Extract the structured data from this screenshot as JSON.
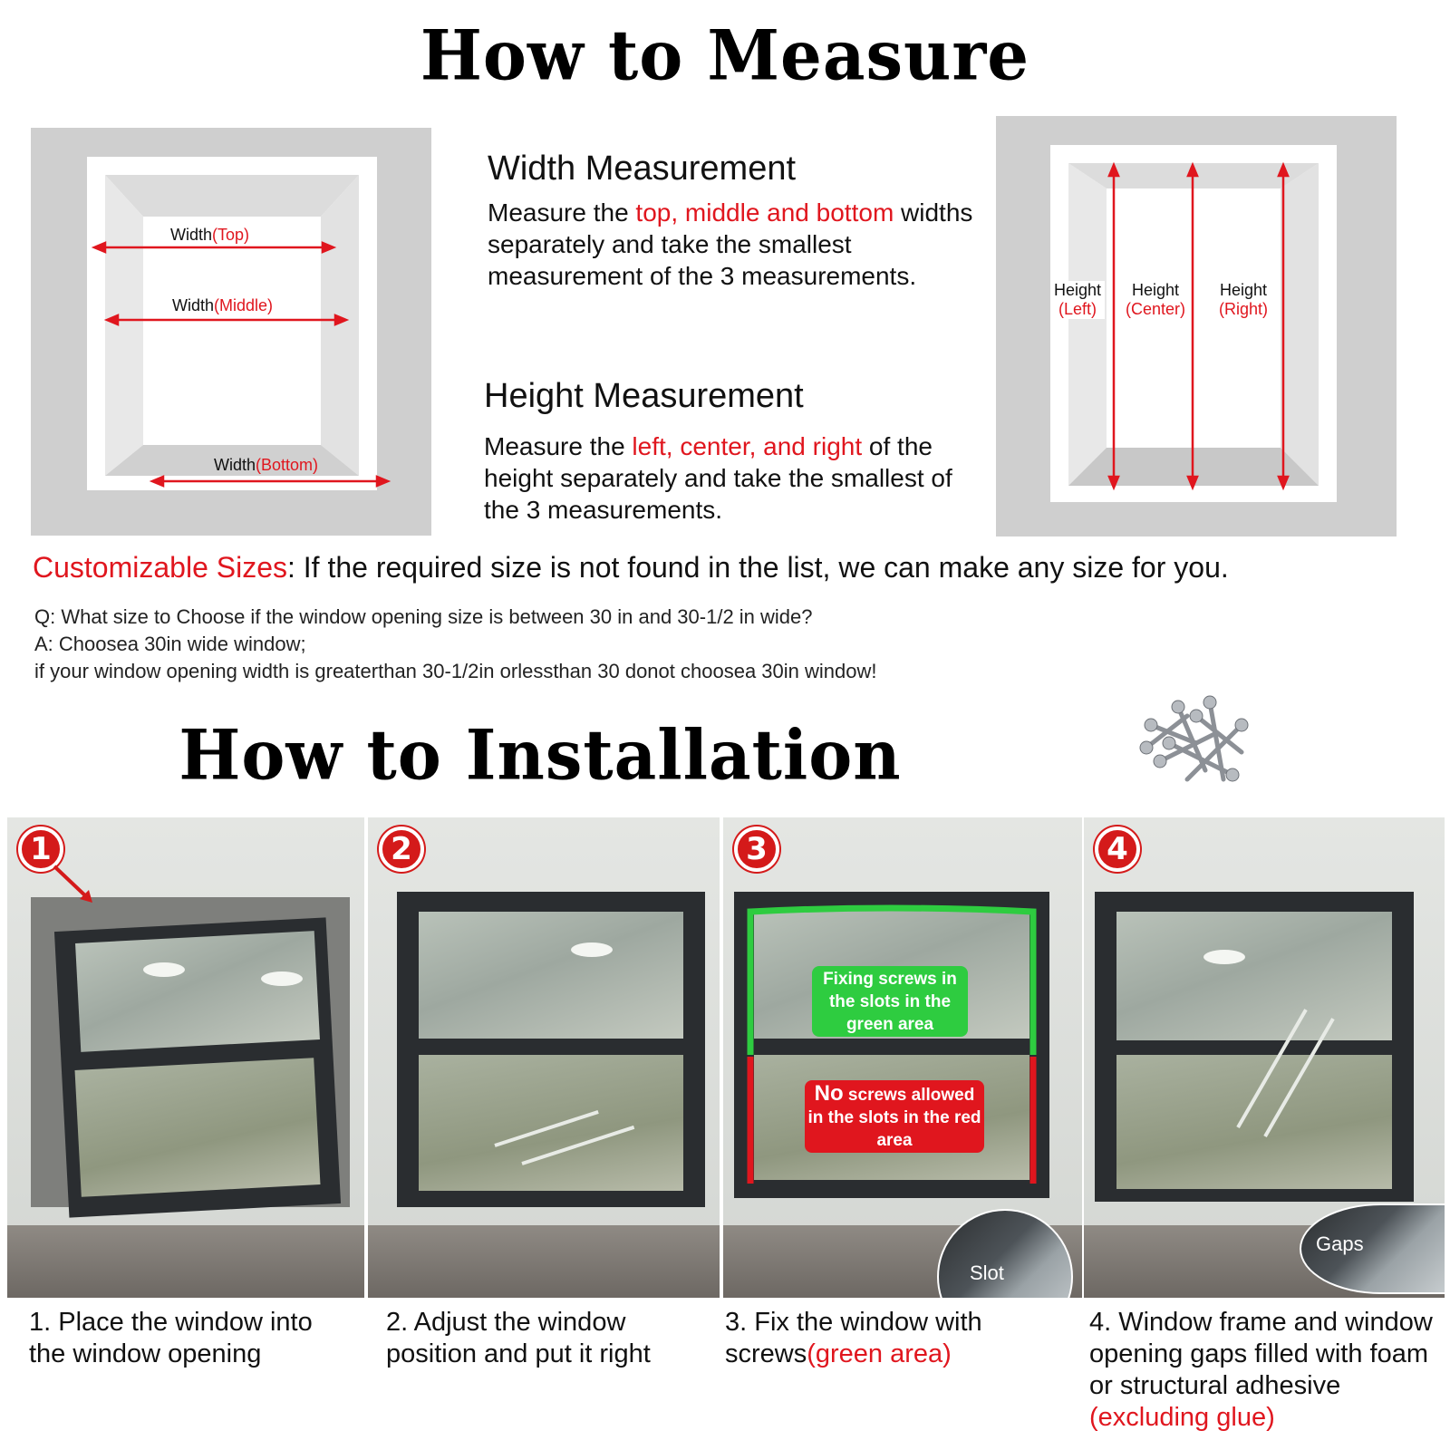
{
  "measure": {
    "title": "How to Measure",
    "width_labels": [
      {
        "base": "Width",
        "note": "(Top)"
      },
      {
        "base": "Width",
        "note": "(Middle)"
      },
      {
        "base": "Width",
        "note": "(Bottom)"
      }
    ],
    "height_labels": [
      {
        "base": "Height",
        "note": "(Left)"
      },
      {
        "base": "Height",
        "note": "(Center)"
      },
      {
        "base": "Height",
        "note": "(Right)"
      }
    ],
    "width_section": {
      "heading": "Width Measurement",
      "text_before": "Measure the ",
      "highlight": "top, middle and bottom",
      "text_after": " widths separately and take the smallest measurement of the 3 measurements."
    },
    "height_section": {
      "heading": "Height Measurement",
      "text_before": "Measure the ",
      "highlight": "left, center, and right",
      "text_after": " of the height separately and take the smallest of the 3 measurements."
    }
  },
  "custom": {
    "label": "Customizable Sizes",
    "text": ": If the required size is not found in the list, we can make any size for you."
  },
  "qa": {
    "q": "Q: What size to Choose if the window opening size is between 30 in and 30-1/2 in wide?",
    "a": "A: Choosea 30in wide window;",
    "a2": "if your window opening width is greaterthan 30-1/2in orlessthan 30 donot choosea 30in window!"
  },
  "install": {
    "title": "How to Installation",
    "steps": [
      {
        "num": "1",
        "text": "1. Place the window into the window opening",
        "highlight": ""
      },
      {
        "num": "2",
        "text": "2. Adjust the window position and put it right",
        "highlight": ""
      },
      {
        "num": "3",
        "text": "3. Fix the window with screws",
        "highlight": "(green area)"
      },
      {
        "num": "4",
        "text": "4. Window frame and window opening gaps filled with foam or structural adhesive",
        "highlight": "(excluding glue)"
      }
    ],
    "green_note": "Fixing screws in the slots in the green area",
    "red_note_bold": "No",
    "red_note": " screws allowed in the slots in the red area",
    "slot_label": "Slot",
    "gaps_label": "Gaps"
  },
  "colors": {
    "accent_red": "#e0161e",
    "green": "#2ecc40",
    "frame": "#2a2d30"
  }
}
